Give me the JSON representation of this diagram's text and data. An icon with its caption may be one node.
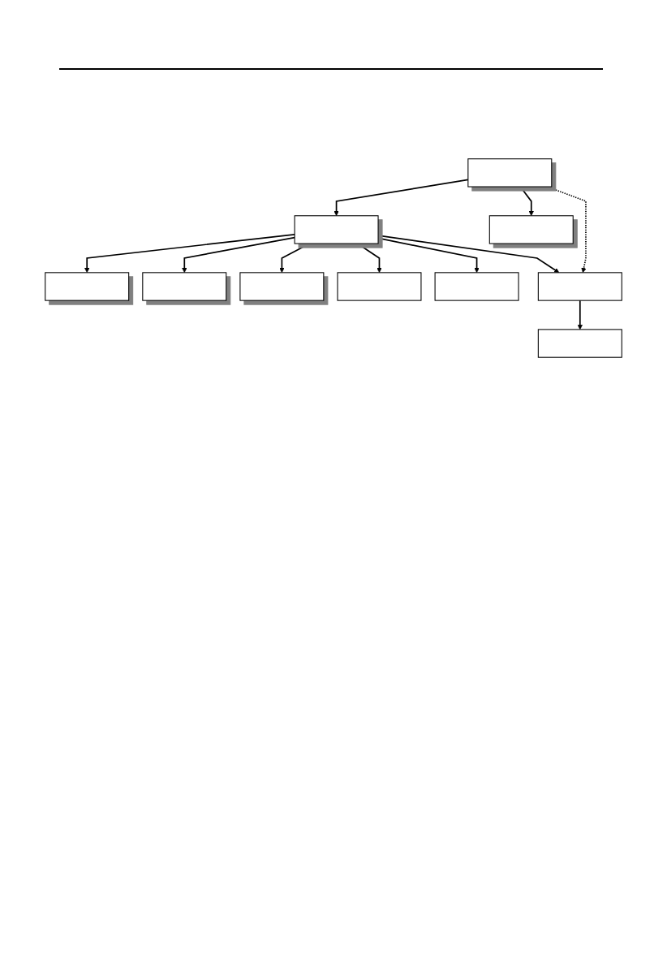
{
  "diagram": {
    "nodes": [
      {
        "text": [],
        "shape": "box"
      },
      {
        "text": [],
        "shape": "box"
      },
      {
        "text": [],
        "shape": "box"
      },
      {
        "text": [],
        "shape": "box"
      },
      {
        "text": [],
        "shape": "box"
      },
      {
        "text": [],
        "shape": "box"
      },
      {
        "text": [],
        "shape": "box"
      },
      {
        "text": [],
        "shape": "box"
      },
      {
        "text": [],
        "shape": "box"
      },
      {
        "text": [],
        "shape": "box"
      }
    ],
    "edges": [
      {
        "from": 0,
        "to": 1,
        "arrow": "to"
      },
      {
        "from": 0,
        "to": 4,
        "arrow": "to",
        "style": "dashed"
      },
      {
        "from": 0,
        "to": 2,
        "arrow": "to"
      },
      {
        "from": 2,
        "to": 3,
        "arrow": "to"
      },
      {
        "from": 2,
        "to": 4,
        "arrow": "to"
      },
      {
        "from": 4,
        "to": 6,
        "arrow": "to"
      },
      {
        "from": 2,
        "to": 5,
        "arrow": "to"
      },
      {
        "from": 2,
        "to": 7,
        "arrow": "to"
      },
      {
        "from": 2,
        "to": 9,
        "arrow": "to"
      },
      {
        "from": 2,
        "to": 8,
        "arrow": "to"
      }
    ]
  }
}
